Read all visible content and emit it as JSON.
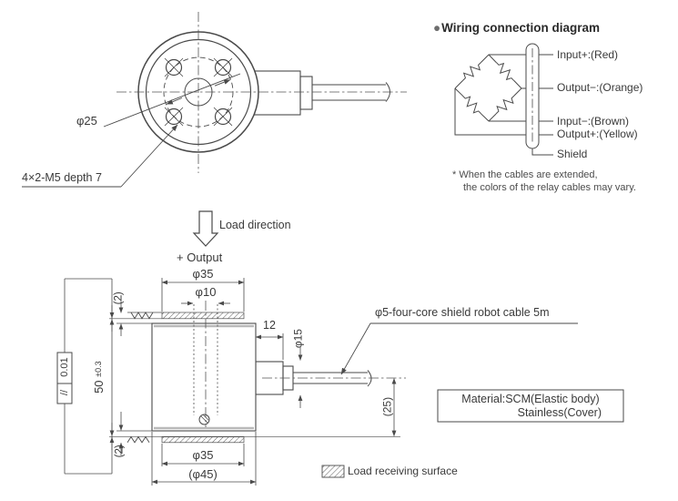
{
  "drawing": {
    "top_view": {
      "dim_bolt_circle": "φ25",
      "thread_note": "4×2-M5 depth 7"
    },
    "load_direction_label": "Load direction",
    "output_label": "+ Output",
    "side_view": {
      "dim_top_boss": "φ35",
      "dim_center_hole": "φ10",
      "dim_connector_len": "12",
      "dim_connector_dia": "φ15",
      "dim_height": "50",
      "dim_height_tol": "±0.3",
      "parallelism_symbol": "//",
      "parallelism_value": "0.01",
      "dim_boss_height_top": "(2)",
      "dim_boss_height_bottom": "(2)",
      "dim_cable_height": "(25)",
      "dim_bottom_boss": "φ35",
      "dim_body_dia": "(φ45)",
      "cable_label": "φ5-four-core shield robot cable 5m"
    },
    "material_box": {
      "line1": "Material:SCM(Elastic body)",
      "line2": "Stainless(Cover)"
    },
    "legend": {
      "load_surface": "Load receiving surface"
    }
  },
  "wiring": {
    "bullet": "●",
    "title": "Wiring connection diagram",
    "labels": [
      "Input+:(Red)",
      "Output−:(Orange)",
      "Input−:(Brown)",
      "Output+:(Yellow)",
      "Shield"
    ],
    "note_line1": "* When the cables are extended,",
    "note_line2": "the colors of the relay cables may vary."
  },
  "colors": {
    "line": "#4a4a4a",
    "text": "#3a3a3a"
  }
}
